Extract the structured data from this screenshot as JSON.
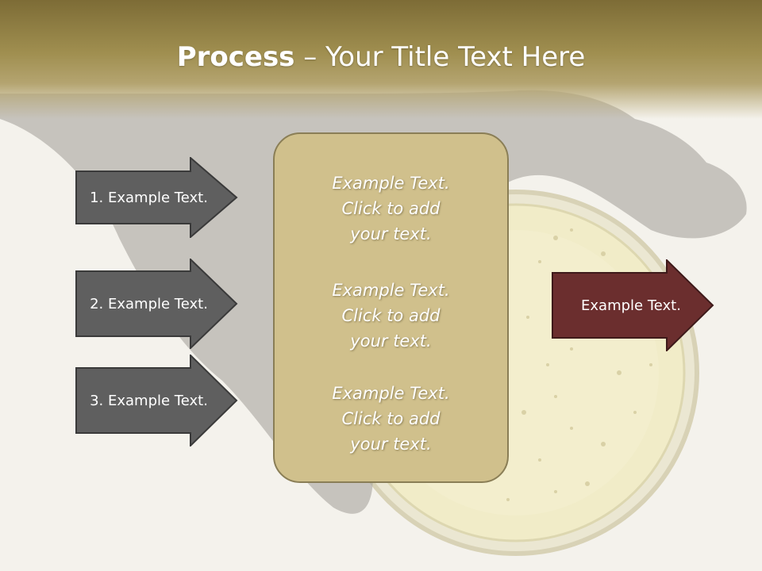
{
  "title": {
    "bold": "Process",
    "rest": " – Your Title Text Here"
  },
  "left_steps": [
    {
      "label": "1. Example Text."
    },
    {
      "label": "2. Example Text."
    },
    {
      "label": "3. Example Text."
    }
  ],
  "center_box": {
    "paragraphs": [
      {
        "line1": "Example Text.",
        "line2": "Click  to add",
        "line3": "your text."
      },
      {
        "line1": "Example Text.",
        "line2": "Click  to add",
        "line3": "your text."
      },
      {
        "line1": "Example Text.",
        "line2": "Click  to add",
        "line3": "your text."
      }
    ]
  },
  "right_arrow": {
    "label": "Example Text."
  },
  "colors": {
    "header": "#8a7a40",
    "box_fill": "#d0c08c",
    "gray_arrow": "#5f5f5f",
    "maroon_arrow": "#6b2e2e"
  }
}
